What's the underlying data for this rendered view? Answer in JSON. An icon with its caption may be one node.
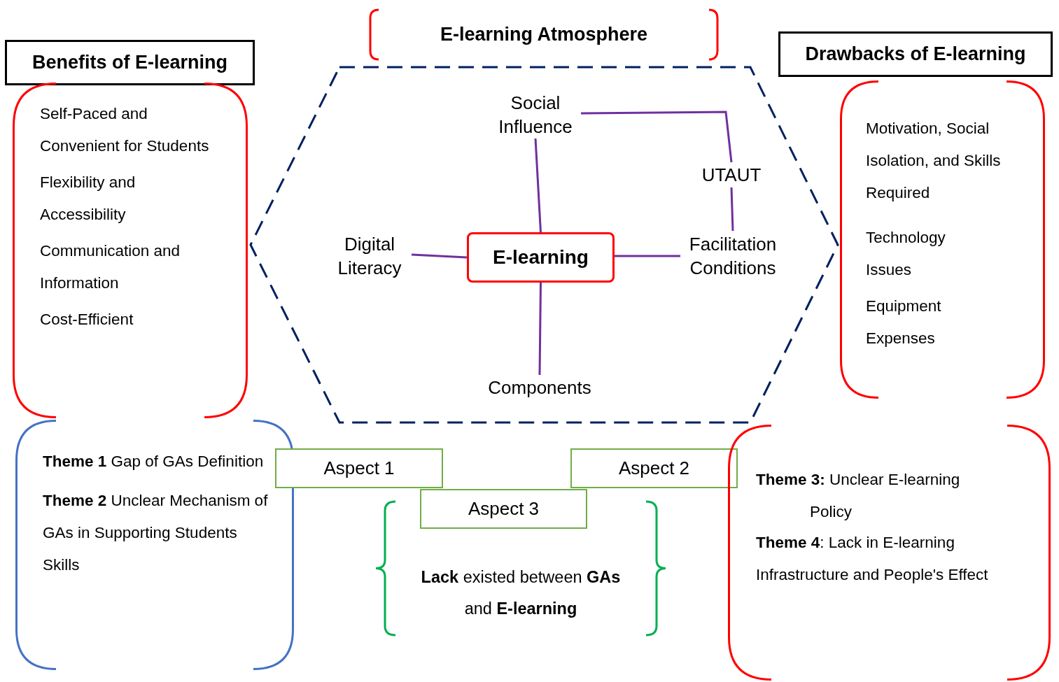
{
  "diagram": {
    "nodes": [
      {
        "text": [
          "Benefits of E-learning"
        ]
      },
      {
        "text": [
          "Self-Paced and Convenient for Students",
          "Flexibility and Accessibility",
          "Communication and Information",
          "Cost-Efficient"
        ]
      },
      {
        "text": [
          "E-learning Atmosphere"
        ]
      },
      {
        "text": [],
        "shape": "hexagon"
      },
      {
        "text": [
          "Social Influence"
        ],
        "in": 3
      },
      {
        "text": [
          "UTAUT"
        ],
        "in": 3
      },
      {
        "text": [
          "Digital Literacy"
        ],
        "in": 3
      },
      {
        "text": [
          "E-learning"
        ],
        "in": 3
      },
      {
        "text": [
          "Facilitation Conditions"
        ],
        "in": 3
      },
      {
        "text": [
          "Components"
        ],
        "in": 3
      },
      {
        "text": [
          "Drawbacks of E-learning"
        ]
      },
      {
        "text": [
          "Motivation, Social Isolation, and Skills Required",
          "Technology Issues",
          "Equipment Expenses"
        ]
      },
      {
        "text": [
          "**Theme 1** Gap of GAs Definition",
          "**Theme 2** Unclear Mechanism of GAs in Supporting Students Skills"
        ]
      },
      {
        "text": [
          "Aspect 1"
        ]
      },
      {
        "text": [
          "Aspect 2"
        ]
      },
      {
        "text": [
          "Aspect 3"
        ]
      },
      {
        "text": [
          "**Lack** existed between **GAs** and **E-learning**"
        ]
      },
      {
        "text": [
          "**Theme 3:** Unclear E-learning Policy",
          "**Theme 4**: Lack in E-learning Infrastructure and People's Effect"
        ]
      }
    ],
    "edges": [
      {
        "from": 4,
        "to": 7,
        "arrow": "none",
        "color": "#7030a0"
      },
      {
        "from": 6,
        "to": 7,
        "arrow": "none",
        "color": "#7030a0"
      },
      {
        "from": 7,
        "to": 8,
        "arrow": "none",
        "color": "#7030a0"
      },
      {
        "from": 7,
        "to": 9,
        "arrow": "none",
        "color": "#7030a0"
      },
      {
        "from": 4,
        "to": 5,
        "arrow": "none",
        "color": "#7030a0"
      },
      {
        "from": 5,
        "to": 8,
        "arrow": "none",
        "color": "#7030a0"
      }
    ]
  }
}
